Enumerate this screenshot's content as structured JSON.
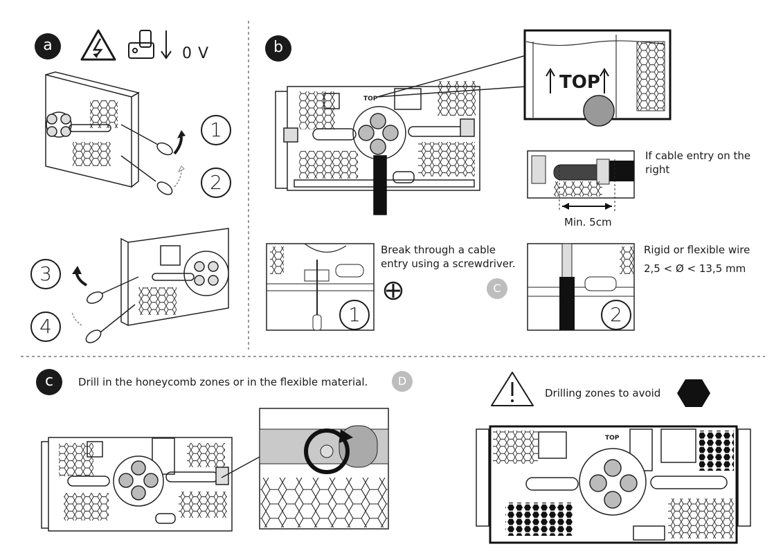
{
  "section_a": {
    "letter": "a",
    "voltage": "0 V",
    "steps": [
      "1",
      "2",
      "3",
      "4"
    ]
  },
  "section_b": {
    "letter": "b",
    "top_label": "TOP",
    "cable_right_text": "If cable entry on the right",
    "min_distance": "Min. 5cm",
    "break_text": "Break through a cable entry using a screwdriver.",
    "badge_c": "C",
    "wire_text_1": "Rigid or flexible wire",
    "wire_text_2": "2,5 < Ø < 13,5 mm",
    "steps": [
      "1",
      "2"
    ]
  },
  "section_c": {
    "letter": "c",
    "drill_text": "Drill in the honeycomb zones or in the flexible material.",
    "badge_d": "D",
    "avoid_text": "Drilling zones to avoid",
    "top_label": "TOP"
  },
  "icons": [
    "electric-hazard-icon",
    "switch-off-icon",
    "phillips-screwdriver-icon",
    "warning-icon",
    "hexagon-avoid-icon",
    "rotate-arrow-icon"
  ]
}
